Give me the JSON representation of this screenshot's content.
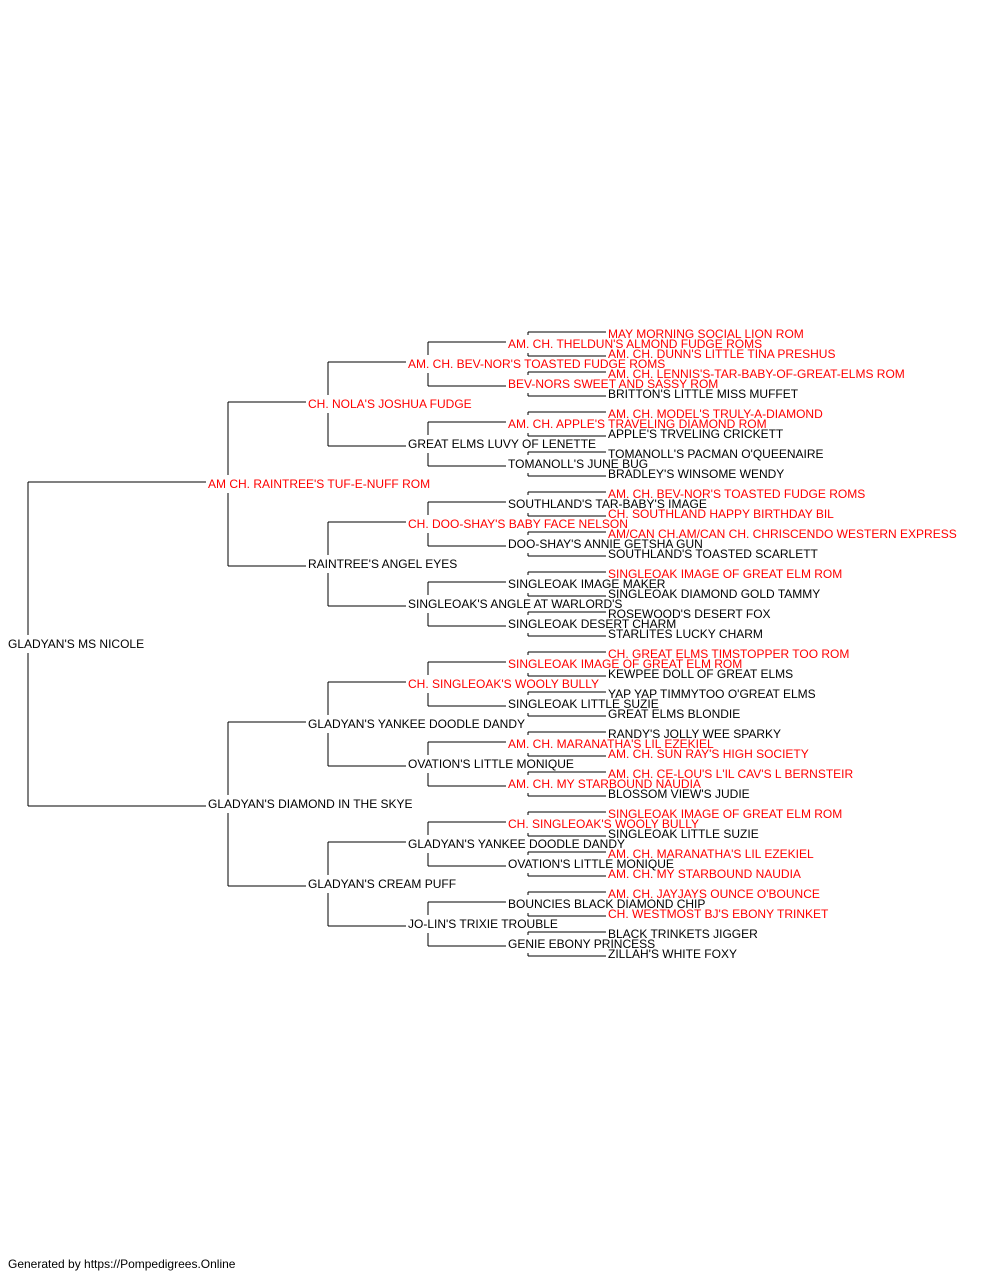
{
  "pedigree": {
    "name": "GLADYAN'S MS NICOLE",
    "titled": false,
    "sire": {
      "name": "AM CH. RAINTREE'S TUF-E-NUFF ROM",
      "titled": true,
      "sire": {
        "name": "CH. NOLA'S JOSHUA FUDGE",
        "titled": true,
        "sire": {
          "name": "AM. CH. BEV-NOR'S TOASTED FUDGE ROMS",
          "titled": true,
          "sire": {
            "name": "AM. CH. THELDUN'S ALMOND FUDGE ROMS",
            "titled": true,
            "sire": {
              "name": "MAY MORNING SOCIAL LION ROM",
              "titled": true
            },
            "dam": {
              "name": "AM. CH. DUNN'S LITTLE TINA PRESHUS",
              "titled": true
            }
          },
          "dam": {
            "name": "BEV-NORS SWEET AND SASSY ROM",
            "titled": true,
            "sire": {
              "name": "AM. CH. LENNIS'S-TAR-BABY-OF-GREAT-ELMS ROM",
              "titled": true
            },
            "dam": {
              "name": "BRITTON'S LITTLE MISS MUFFET",
              "titled": false
            }
          }
        },
        "dam": {
          "name": "GREAT ELMS LUVY OF LENETTE",
          "titled": false,
          "sire": {
            "name": "AM. CH. APPLE'S TRAVELING DIAMOND ROM",
            "titled": true,
            "sire": {
              "name": "AM. CH. MODEL'S TRULY-A-DIAMOND",
              "titled": true
            },
            "dam": {
              "name": "APPLE'S TRVELING CRICKETT",
              "titled": false
            }
          },
          "dam": {
            "name": "TOMANOLL'S JUNE BUG",
            "titled": false,
            "sire": {
              "name": "TOMANOLL'S PACMAN O'QUEENAIRE",
              "titled": false
            },
            "dam": {
              "name": "BRADLEY'S WINSOME WENDY",
              "titled": false
            }
          }
        }
      },
      "dam": {
        "name": "RAINTREE'S ANGEL EYES",
        "titled": false,
        "sire": {
          "name": "CH. DOO-SHAY'S BABY FACE NELSON",
          "titled": true,
          "sire": {
            "name": "SOUTHLAND'S TAR-BABY'S IMAGE",
            "titled": false,
            "sire": {
              "name": "AM. CH. BEV-NOR'S TOASTED FUDGE ROMS",
              "titled": true
            },
            "dam": {
              "name": "CH. SOUTHLAND HAPPY BIRTHDAY BIL",
              "titled": true
            }
          },
          "dam": {
            "name": "DOO-SHAY'S ANNIE GETSHA GUN",
            "titled": false,
            "sire": {
              "name": "AM/CAN CH.AM/CAN CH. CHRISCENDO WESTERN EXPRESS",
              "titled": true
            },
            "dam": {
              "name": "SOUTHLAND'S TOASTED SCARLETT",
              "titled": false
            }
          }
        },
        "dam": {
          "name": "SINGLEOAK'S ANGLE AT WARLORD'S",
          "titled": false,
          "sire": {
            "name": "SINGLEOAK IMAGE MAKER",
            "titled": false,
            "sire": {
              "name": "SINGLEOAK IMAGE OF GREAT ELM ROM",
              "titled": true
            },
            "dam": {
              "name": "SINGLEOAK DIAMOND GOLD TAMMY",
              "titled": false
            }
          },
          "dam": {
            "name": "SINGLEOAK DESERT CHARM",
            "titled": false,
            "sire": {
              "name": "ROSEWOOD'S DESERT FOX",
              "titled": false
            },
            "dam": {
              "name": "STARLITES LUCKY CHARM",
              "titled": false
            }
          }
        }
      }
    },
    "dam": {
      "name": "GLADYAN'S DIAMOND IN THE SKYE",
      "titled": false,
      "sire": {
        "name": "GLADYAN'S YANKEE DOODLE DANDY",
        "titled": false,
        "sire": {
          "name": "CH. SINGLEOAK'S WOOLY BULLY",
          "titled": true,
          "sire": {
            "name": "SINGLEOAK IMAGE OF GREAT ELM ROM",
            "titled": true,
            "sire": {
              "name": "CH. GREAT ELMS TIMSTOPPER TOO ROM",
              "titled": true
            },
            "dam": {
              "name": "KEWPEE DOLL OF GREAT ELMS",
              "titled": false
            }
          },
          "dam": {
            "name": "SINGLEOAK LITTLE SUZIE",
            "titled": false,
            "sire": {
              "name": "YAP YAP TIMMYTOO O'GREAT ELMS",
              "titled": false
            },
            "dam": {
              "name": "GREAT ELMS BLONDIE",
              "titled": false
            }
          }
        },
        "dam": {
          "name": "OVATION'S LITTLE MONIQUE",
          "titled": false,
          "sire": {
            "name": "AM. CH. MARANATHA'S LIL EZEKIEL",
            "titled": true,
            "sire": {
              "name": "RANDY'S JOLLY WEE SPARKY",
              "titled": false
            },
            "dam": {
              "name": "AM. CH. SUN RAY'S HIGH SOCIETY",
              "titled": true
            }
          },
          "dam": {
            "name": "AM. CH. MY STARBOUND NAUDIA",
            "titled": true,
            "sire": {
              "name": "AM. CH. CE-LOU'S L'IL CAV'S L BERNSTEIR",
              "titled": true
            },
            "dam": {
              "name": "BLOSSOM VIEW'S JUDIE",
              "titled": false
            }
          }
        }
      },
      "dam": {
        "name": "GLADYAN'S CREAM PUFF",
        "titled": false,
        "sire": {
          "name": "GLADYAN'S YANKEE DOODLE DANDY",
          "titled": false,
          "sire": {
            "name": "CH. SINGLEOAK'S WOOLY BULLY",
            "titled": true,
            "sire": {
              "name": "SINGLEOAK IMAGE OF GREAT ELM ROM",
              "titled": true
            },
            "dam": {
              "name": "SINGLEOAK LITTLE SUZIE",
              "titled": false
            }
          },
          "dam": {
            "name": "OVATION'S LITTLE MONIQUE",
            "titled": false,
            "sire": {
              "name": "AM. CH. MARANATHA'S LIL EZEKIEL",
              "titled": true
            },
            "dam": {
              "name": "AM. CH. MY STARBOUND NAUDIA",
              "titled": true
            }
          }
        },
        "dam": {
          "name": "JO-LIN'S TRIXIE TROUBLE",
          "titled": false,
          "sire": {
            "name": "BOUNCIES BLACK DIAMOND CHIP",
            "titled": false,
            "sire": {
              "name": "AM. CH. JAYJAYS OUNCE O'BOUNCE",
              "titled": true
            },
            "dam": {
              "name": "CH. WESTMOST BJ'S EBONY TRINKET",
              "titled": true
            }
          },
          "dam": {
            "name": "GENIE EBONY PRINCESS",
            "titled": false,
            "sire": {
              "name": "BLACK TRINKETS JIGGER",
              "titled": false
            },
            "dam": {
              "name": "ZILLAH'S WHITE FOXY",
              "titled": false
            }
          }
        }
      }
    }
  },
  "colors": {
    "titled": "#ff0000",
    "untitled": "#000000",
    "line": "#000000"
  },
  "footer": "Generated by https://Pompedigrees.Online"
}
